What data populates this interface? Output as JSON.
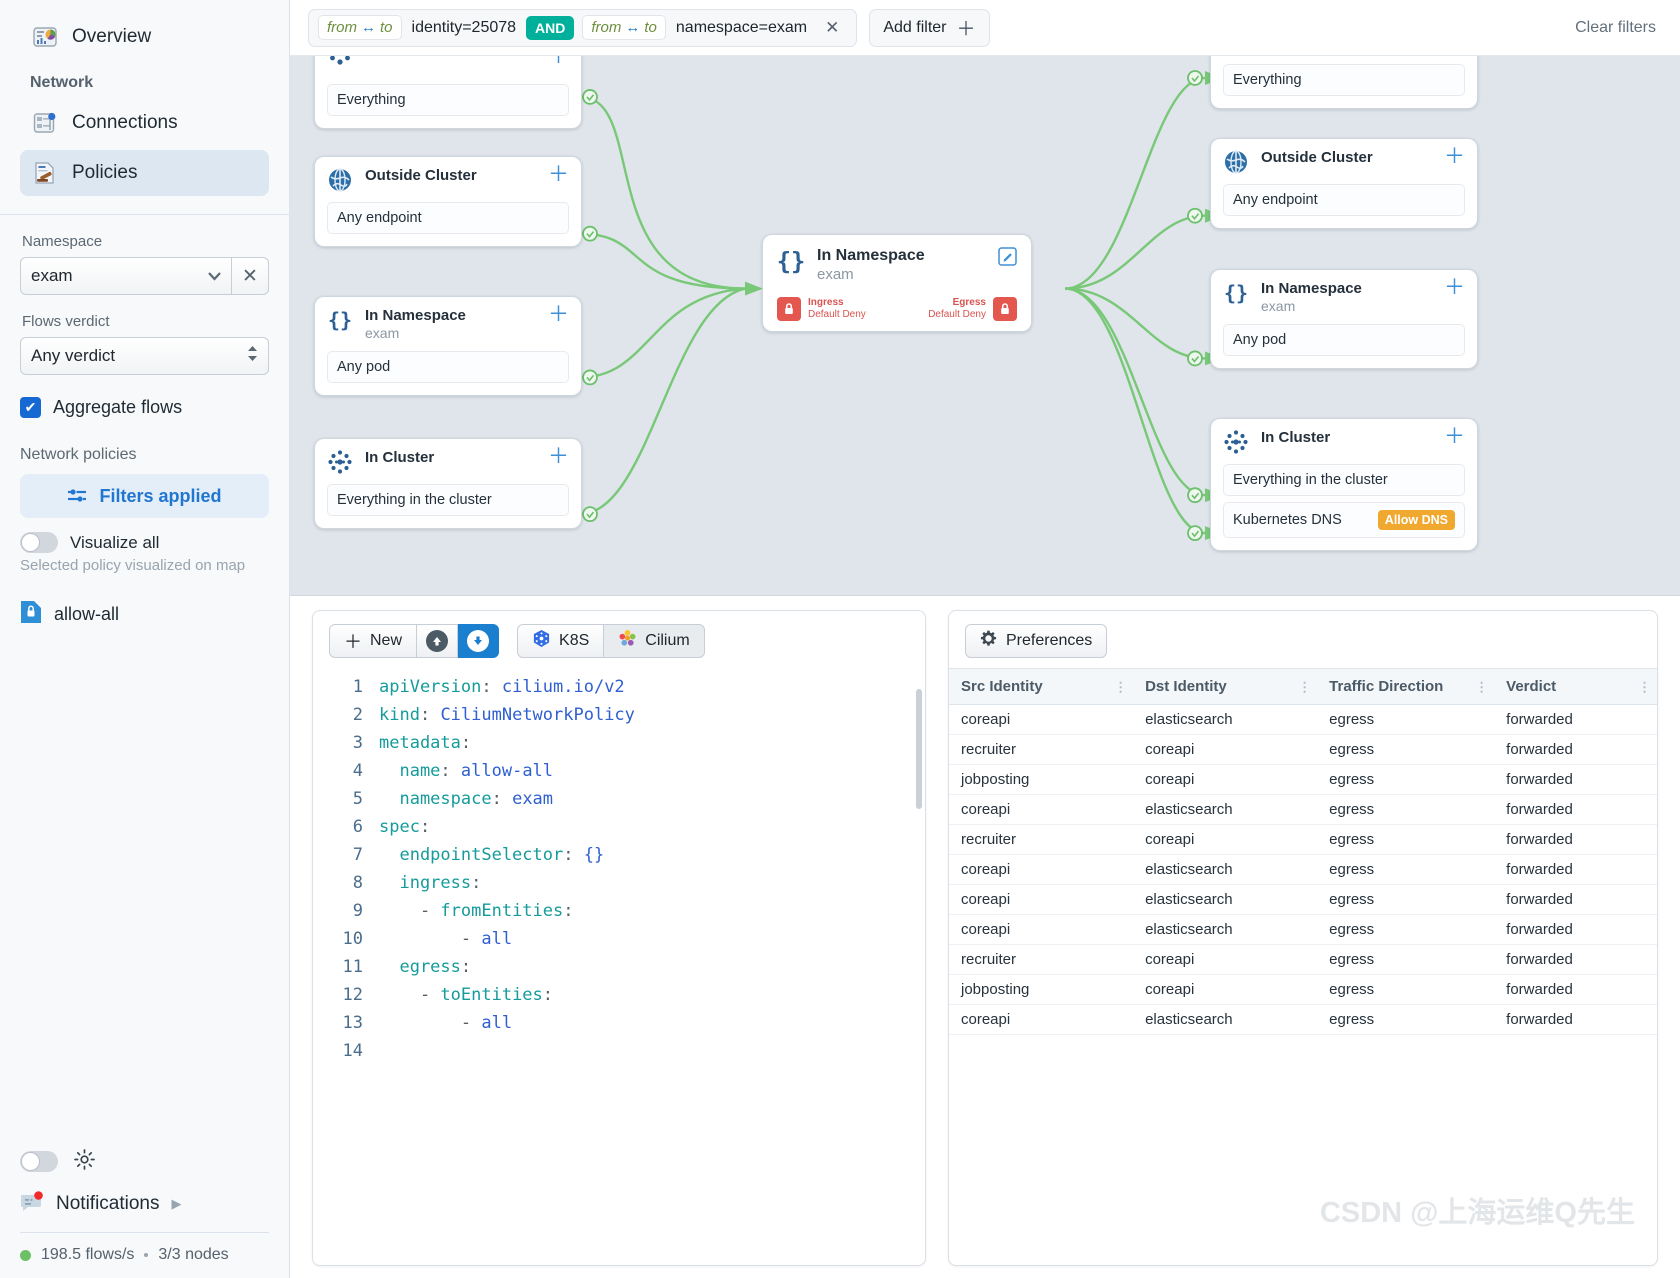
{
  "sidebar": {
    "overview": {
      "label": "Overview",
      "icon": "overview-icon"
    },
    "network_label": "Network",
    "nav": [
      {
        "label": "Connections",
        "icon": "connections-icon",
        "active": false
      },
      {
        "label": "Policies",
        "icon": "policies-gavel-icon",
        "active": true
      }
    ],
    "namespace": {
      "label": "Namespace",
      "value": "exam",
      "clear": "✕"
    },
    "flows_verdict": {
      "label": "Flows verdict",
      "value": "Any verdict"
    },
    "aggregate_flows": {
      "label": "Aggregate flows",
      "checked": true,
      "check_glyph": "✔"
    },
    "network_policies_label": "Network policies",
    "filters_applied": {
      "label": "Filters applied",
      "icon": "filters-icon"
    },
    "visualize_all": {
      "label": "Visualize all",
      "enabled": false
    },
    "visualize_note": "Selected policy visualized on map",
    "policy_list": [
      {
        "name": "allow-all",
        "icon": "policy-lock-icon"
      }
    ],
    "theme_toggle": {
      "enabled": false,
      "icon": "sun-icon"
    },
    "notifications": {
      "label": "Notifications",
      "chevron": "▶",
      "has_badge": true
    },
    "status": {
      "flows": "198.5 flows/s",
      "separator": "•",
      "nodes": "3/3 nodes"
    }
  },
  "topbar": {
    "filters": [
      {
        "scope": "from",
        "arrow": "↔",
        "scope2": "to",
        "text": "identity=25078"
      },
      {
        "scope": "from",
        "arrow": "↔",
        "scope2": "to",
        "text": "namespace=exam"
      }
    ],
    "and_label": "AND",
    "remove_glyph": "✕",
    "add_filter": {
      "label": "Add filter",
      "plus": "＋"
    },
    "clear_filters": "Clear filters"
  },
  "map": {
    "left_nodes": [
      {
        "title": "",
        "sub": "",
        "rows": [
          {
            "label": "Everything"
          }
        ],
        "icon": "cluster-icon",
        "plus": "＋",
        "partial": true
      },
      {
        "title": "Outside Cluster",
        "sub": "",
        "rows": [
          {
            "label": "Any endpoint"
          }
        ],
        "icon": "globe-icon",
        "plus": "＋"
      },
      {
        "title": "In Namespace",
        "sub": "exam",
        "rows": [
          {
            "label": "Any pod"
          }
        ],
        "icon": "braces-icon",
        "plus": "＋"
      },
      {
        "title": "In Cluster",
        "sub": "",
        "rows": [
          {
            "label": "Everything in the cluster"
          }
        ],
        "icon": "cluster-icon",
        "plus": "＋"
      }
    ],
    "center_node": {
      "title": "In Namespace",
      "sub": "exam",
      "edit_icon": "edit-icon",
      "ingress": {
        "line1": "Ingress",
        "line2": "Default Deny",
        "icon": "lock-icon"
      },
      "egress": {
        "line1": "Egress",
        "line2": "Default Deny",
        "icon": "lock-icon"
      }
    },
    "right_nodes": [
      {
        "title": "",
        "sub": "",
        "rows": [
          {
            "label": "Everything"
          }
        ],
        "icon": "cluster-icon",
        "plus": "＋",
        "partial": true
      },
      {
        "title": "Outside Cluster",
        "sub": "",
        "rows": [
          {
            "label": "Any endpoint"
          }
        ],
        "icon": "globe-icon",
        "plus": "＋"
      },
      {
        "title": "In Namespace",
        "sub": "exam",
        "rows": [
          {
            "label": "Any pod"
          }
        ],
        "icon": "braces-icon",
        "plus": "＋"
      },
      {
        "title": "In Cluster",
        "sub": "",
        "rows": [
          {
            "label": "Everything in the cluster"
          },
          {
            "label": "Kubernetes DNS",
            "badge": "Allow DNS"
          }
        ],
        "icon": "cluster-icon",
        "plus": "＋"
      }
    ]
  },
  "editor": {
    "new_button": {
      "label": "New",
      "plus": "＋"
    },
    "upload_button": {
      "icon": "arrow-up-icon",
      "glyph": "↑"
    },
    "download_button": {
      "icon": "arrow-down-icon",
      "glyph": "↓"
    },
    "tabs": [
      {
        "label": "K8S",
        "icon": "kubernetes-icon",
        "active": false
      },
      {
        "label": "Cilium",
        "icon": "cilium-icon",
        "active": true
      }
    ],
    "lines": [
      {
        "n": "1",
        "segments": [
          {
            "t": "apiVersion",
            "c": "k"
          },
          {
            "t": ": ",
            "c": "p"
          },
          {
            "t": "cilium.io/v2",
            "c": "v"
          }
        ]
      },
      {
        "n": "2",
        "segments": [
          {
            "t": "kind",
            "c": "k"
          },
          {
            "t": ": ",
            "c": "p"
          },
          {
            "t": "CiliumNetworkPolicy",
            "c": "v"
          }
        ]
      },
      {
        "n": "3",
        "segments": [
          {
            "t": "metadata",
            "c": "k"
          },
          {
            "t": ":",
            "c": "p"
          }
        ]
      },
      {
        "n": "4",
        "segments": [
          {
            "t": "  name",
            "c": "k"
          },
          {
            "t": ": ",
            "c": "p"
          },
          {
            "t": "allow-all",
            "c": "v"
          }
        ]
      },
      {
        "n": "5",
        "segments": [
          {
            "t": "  namespace",
            "c": "k"
          },
          {
            "t": ": ",
            "c": "p"
          },
          {
            "t": "exam",
            "c": "v"
          }
        ]
      },
      {
        "n": "6",
        "segments": [
          {
            "t": "spec",
            "c": "k"
          },
          {
            "t": ":",
            "c": "p"
          }
        ]
      },
      {
        "n": "7",
        "segments": [
          {
            "t": "  endpointSelector",
            "c": "k"
          },
          {
            "t": ": ",
            "c": "p"
          },
          {
            "t": "{}",
            "c": "v"
          }
        ]
      },
      {
        "n": "8",
        "segments": [
          {
            "t": "  ingress",
            "c": "k"
          },
          {
            "t": ":",
            "c": "p"
          }
        ]
      },
      {
        "n": "9",
        "segments": [
          {
            "t": "    - ",
            "c": "p"
          },
          {
            "t": "fromEntities",
            "c": "k"
          },
          {
            "t": ":",
            "c": "p"
          }
        ]
      },
      {
        "n": "10",
        "segments": [
          {
            "t": "        - ",
            "c": "p"
          },
          {
            "t": "all",
            "c": "v"
          }
        ]
      },
      {
        "n": "11",
        "segments": [
          {
            "t": "  egress",
            "c": "k"
          },
          {
            "t": ":",
            "c": "p"
          }
        ]
      },
      {
        "n": "12",
        "segments": [
          {
            "t": "    - ",
            "c": "p"
          },
          {
            "t": "toEntities",
            "c": "k"
          },
          {
            "t": ":",
            "c": "p"
          }
        ]
      },
      {
        "n": "13",
        "segments": [
          {
            "t": "        - ",
            "c": "p"
          },
          {
            "t": "all",
            "c": "v"
          }
        ]
      },
      {
        "n": "14",
        "segments": [
          {
            "t": "",
            "c": "p"
          }
        ]
      }
    ]
  },
  "flows": {
    "preferences_button": {
      "label": "Preferences",
      "icon": "gear-icon"
    },
    "columns": [
      "Src Identity",
      "Dst Identity",
      "Traffic Direction",
      "Verdict"
    ],
    "rows": [
      {
        "src": "coreapi",
        "dst": "elasticsearch",
        "dir": "egress",
        "verdict": "forwarded"
      },
      {
        "src": "recruiter",
        "dst": "coreapi",
        "dir": "egress",
        "verdict": "forwarded"
      },
      {
        "src": "jobposting",
        "dst": "coreapi",
        "dir": "egress",
        "verdict": "forwarded"
      },
      {
        "src": "coreapi",
        "dst": "elasticsearch",
        "dir": "egress",
        "verdict": "forwarded"
      },
      {
        "src": "recruiter",
        "dst": "coreapi",
        "dir": "egress",
        "verdict": "forwarded"
      },
      {
        "src": "coreapi",
        "dst": "elasticsearch",
        "dir": "egress",
        "verdict": "forwarded"
      },
      {
        "src": "coreapi",
        "dst": "elasticsearch",
        "dir": "egress",
        "verdict": "forwarded"
      },
      {
        "src": "coreapi",
        "dst": "elasticsearch",
        "dir": "egress",
        "verdict": "forwarded"
      },
      {
        "src": "recruiter",
        "dst": "coreapi",
        "dir": "egress",
        "verdict": "forwarded"
      },
      {
        "src": "jobposting",
        "dst": "coreapi",
        "dir": "egress",
        "verdict": "forwarded"
      },
      {
        "src": "coreapi",
        "dst": "elasticsearch",
        "dir": "egress",
        "verdict": "forwarded"
      }
    ]
  },
  "watermark": "CSDN @上海运维Q先生",
  "colors": {
    "accent_blue": "#1a7fce",
    "edge_green": "#78c878",
    "and_teal": "#00b09b",
    "deny_red": "#e4574f",
    "dns_orange": "#f0a82e",
    "verdict_green": "#2e9e3e"
  }
}
